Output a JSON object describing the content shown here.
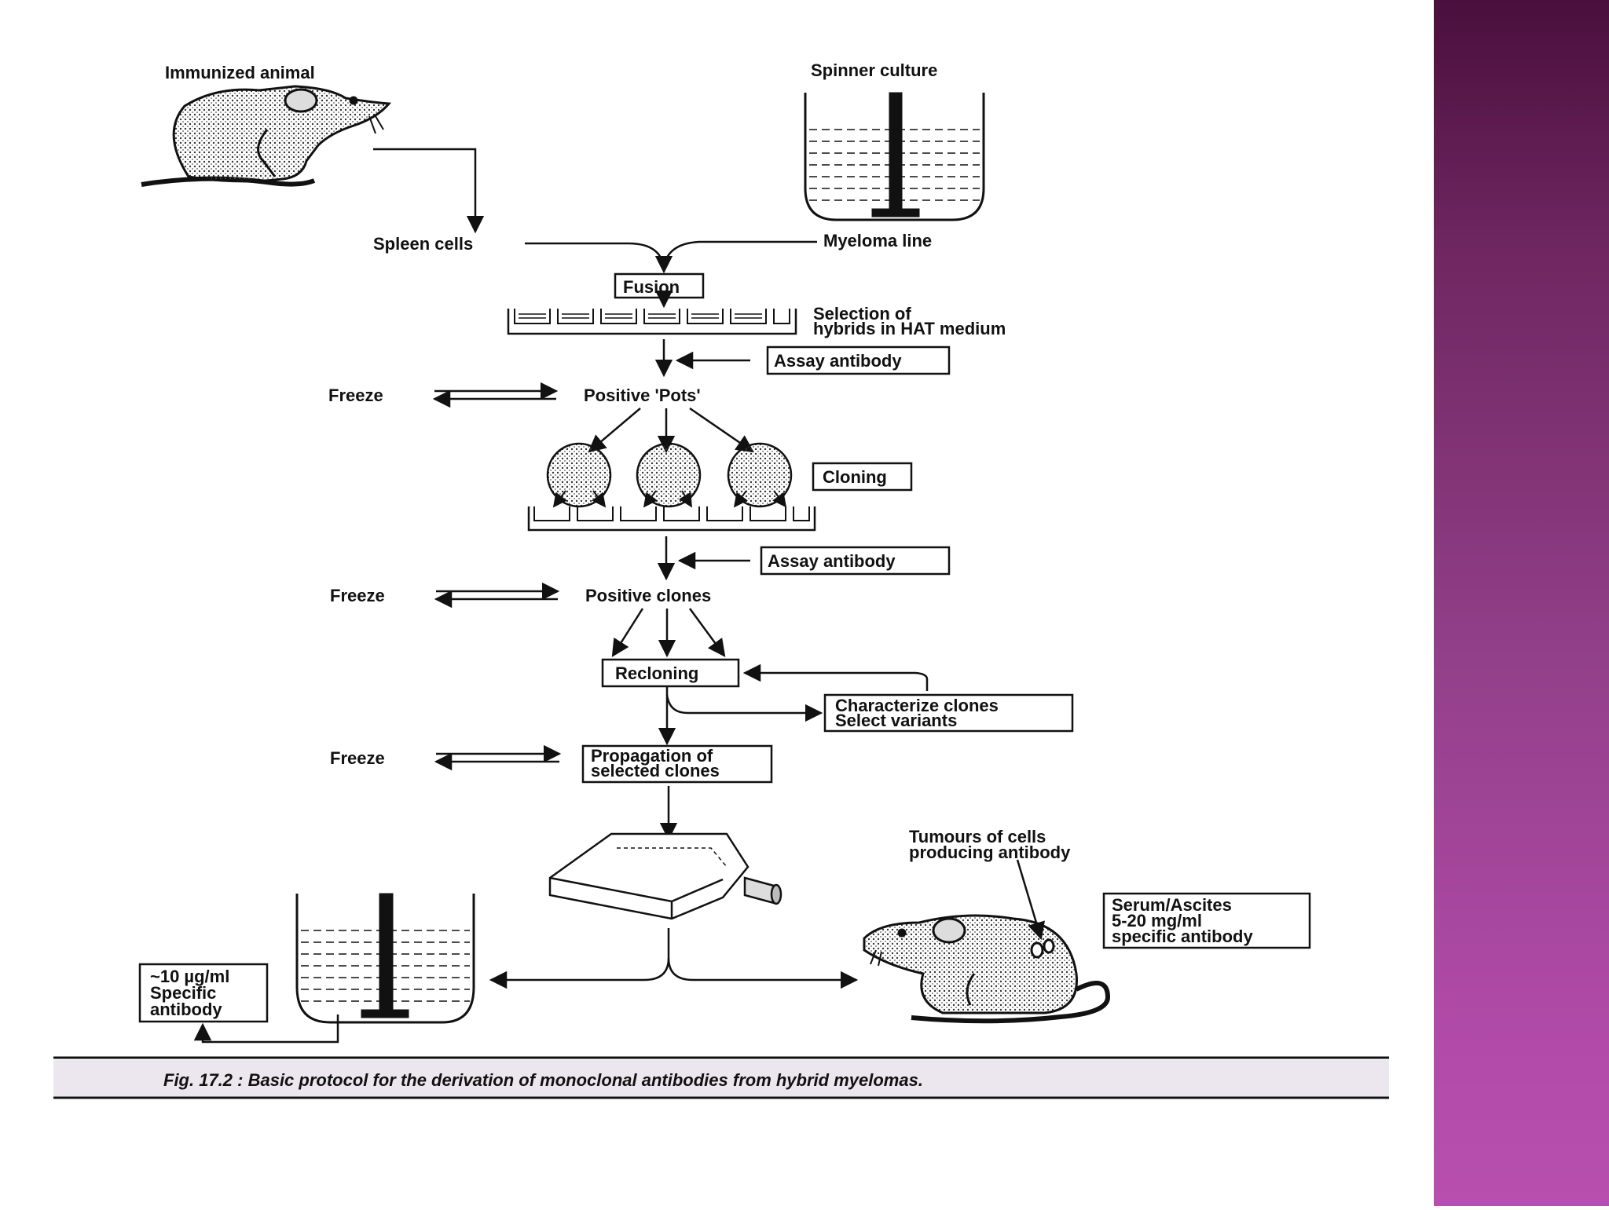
{
  "colors": {
    "sidebar_top": "#4a0f3c",
    "sidebar_bottom": "#b84faf",
    "caption_band": "#ece6ee",
    "ink": "#111111"
  },
  "labels": {
    "immunized_animal": "Immunized animal",
    "spinner_culture": "Spinner culture",
    "spleen_cells": "Spleen cells",
    "myeloma_line": "Myeloma line",
    "fusion": "Fusion",
    "selection_1": "Selection of",
    "selection_2": "hybrids in HAT medium",
    "assay_antibody": "Assay antibody",
    "freeze": "Freeze",
    "positive_pots": "Positive 'Pots'",
    "cloning": "Cloning",
    "positive_clones": "Positive clones",
    "recloning": "Recloning",
    "characterize_1": "Characterize clones",
    "characterize_2": "Select variants",
    "propagation_1": "Propagation of",
    "propagation_2": "selected clones",
    "tumours_1": "Tumours of cells",
    "tumours_2": "producing antibody",
    "serum_1": "Serum/Ascites",
    "serum_2": "5-20 mg/ml",
    "serum_3": "specific antibody",
    "culture_yield_1": "~10 µg/ml",
    "culture_yield_2": "Specific",
    "culture_yield_3": "antibody"
  },
  "caption": "Fig. 17.2 : Basic protocol for the derivation of monoclonal antibodies from hybrid myelomas."
}
